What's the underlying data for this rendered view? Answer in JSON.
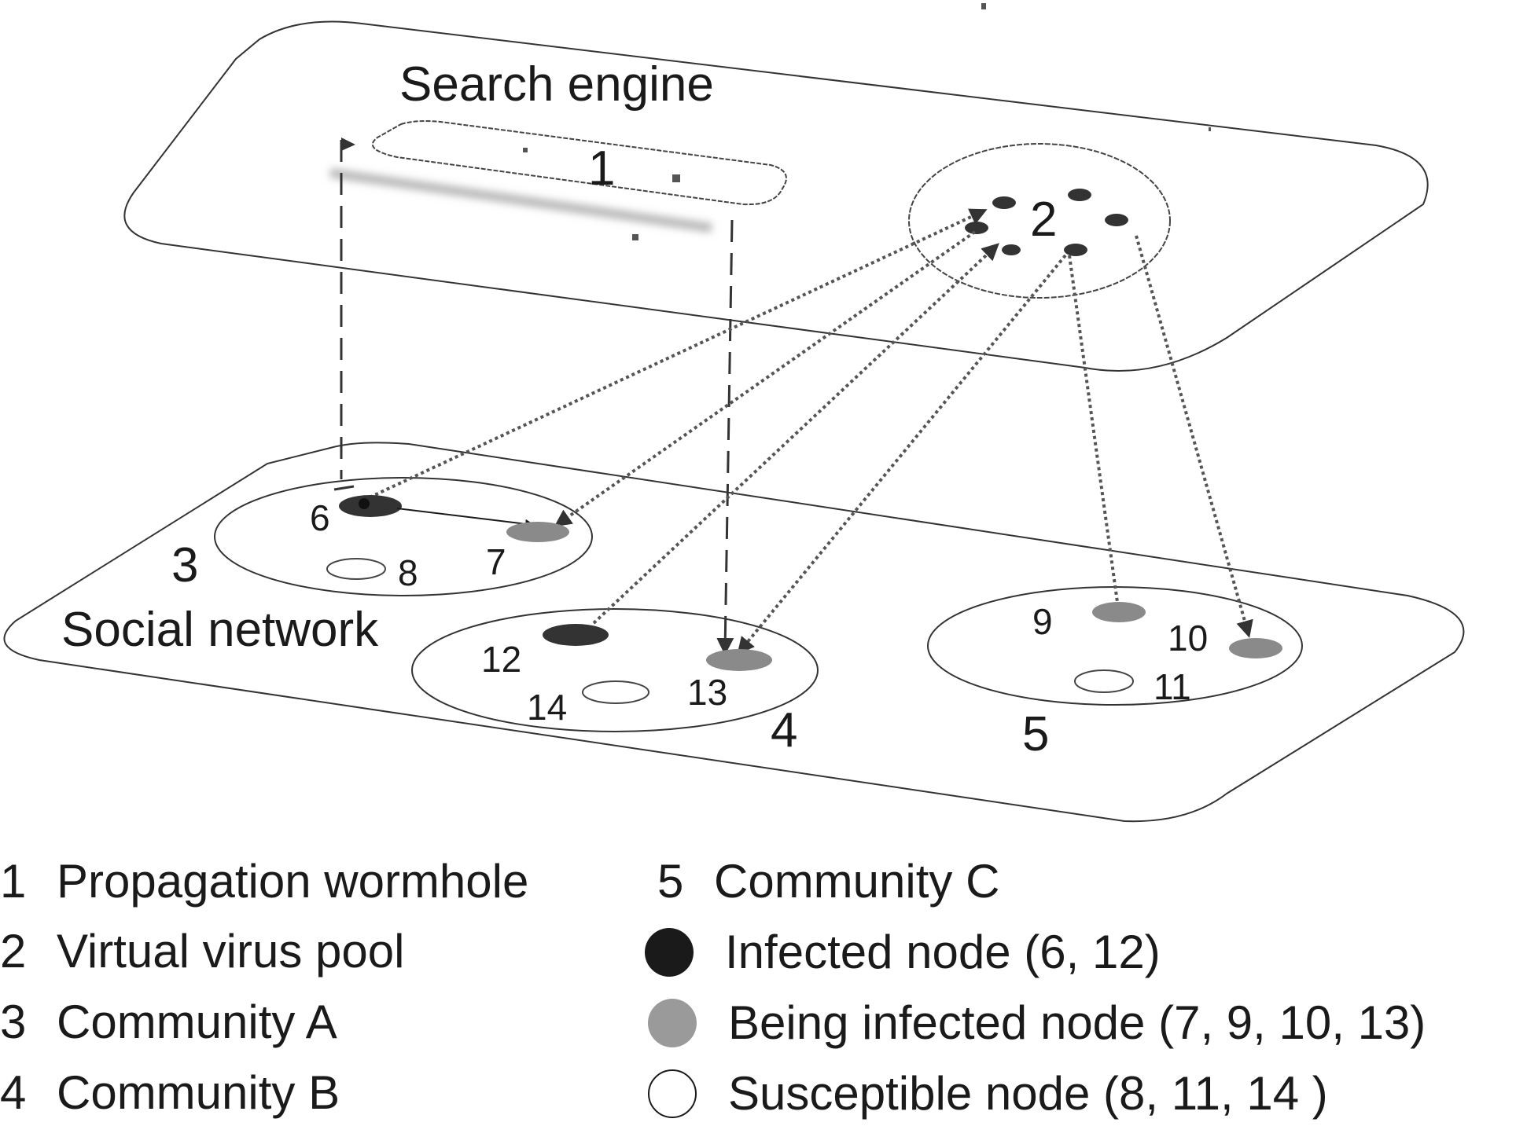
{
  "planes": {
    "search_engine_label": "Search engine",
    "social_network_label": "Social network"
  },
  "components": {
    "wormhole_number": "1",
    "virus_pool_number": "2",
    "community_a_number": "3",
    "community_b_number": "4",
    "community_c_number": "5"
  },
  "nodes": [
    {
      "id": "6",
      "label": "6",
      "state": "infected",
      "community": "A"
    },
    {
      "id": "7",
      "label": "7",
      "state": "being_infected",
      "community": "A"
    },
    {
      "id": "8",
      "label": "8",
      "state": "susceptible",
      "community": "A"
    },
    {
      "id": "9",
      "label": "9",
      "state": "being_infected",
      "community": "C"
    },
    {
      "id": "10",
      "label": "10",
      "state": "being_infected",
      "community": "C"
    },
    {
      "id": "11",
      "label": "11",
      "state": "susceptible",
      "community": "C"
    },
    {
      "id": "12",
      "label": "12",
      "state": "infected",
      "community": "B"
    },
    {
      "id": "13",
      "label": "13",
      "state": "being_infected",
      "community": "B"
    },
    {
      "id": "14",
      "label": "14",
      "state": "susceptible",
      "community": "B"
    }
  ],
  "edges": [
    {
      "from": "6",
      "to": "7",
      "style": "solid"
    },
    {
      "from": "6",
      "to": "2",
      "style": "dotted"
    },
    {
      "from": "2",
      "to": "7",
      "style": "dotted"
    },
    {
      "from": "12",
      "to": "2",
      "style": "dotted"
    },
    {
      "from": "2",
      "to": "13",
      "style": "dotted"
    },
    {
      "from": "2",
      "to": "9",
      "style": "dotted"
    },
    {
      "from": "2",
      "to": "10",
      "style": "dotted"
    },
    {
      "from": "6",
      "to": "1",
      "style": "dashed"
    },
    {
      "from": "1",
      "to": "13",
      "style": "dashed"
    }
  ],
  "colors": {
    "infected": "#2b2b2b",
    "being_infected": "#8a8a8a",
    "susceptible": "#ffffff",
    "line": "#333333"
  },
  "legend": {
    "items": [
      {
        "key": "1",
        "text": "Propagation wormhole"
      },
      {
        "key": "2",
        "text": "Virtual virus pool"
      },
      {
        "key": "3",
        "text": "Community A"
      },
      {
        "key": "4",
        "text": "Community B"
      },
      {
        "key": "5",
        "text": "Community C"
      }
    ],
    "states": [
      {
        "symbol": "infected",
        "text": "Infected node (6, 12)"
      },
      {
        "symbol": "being_infected",
        "text": "Being infected node (7, 9, 10, 13)"
      },
      {
        "symbol": "susceptible",
        "text": "Susceptible node (8, 11, 14 )"
      }
    ]
  }
}
